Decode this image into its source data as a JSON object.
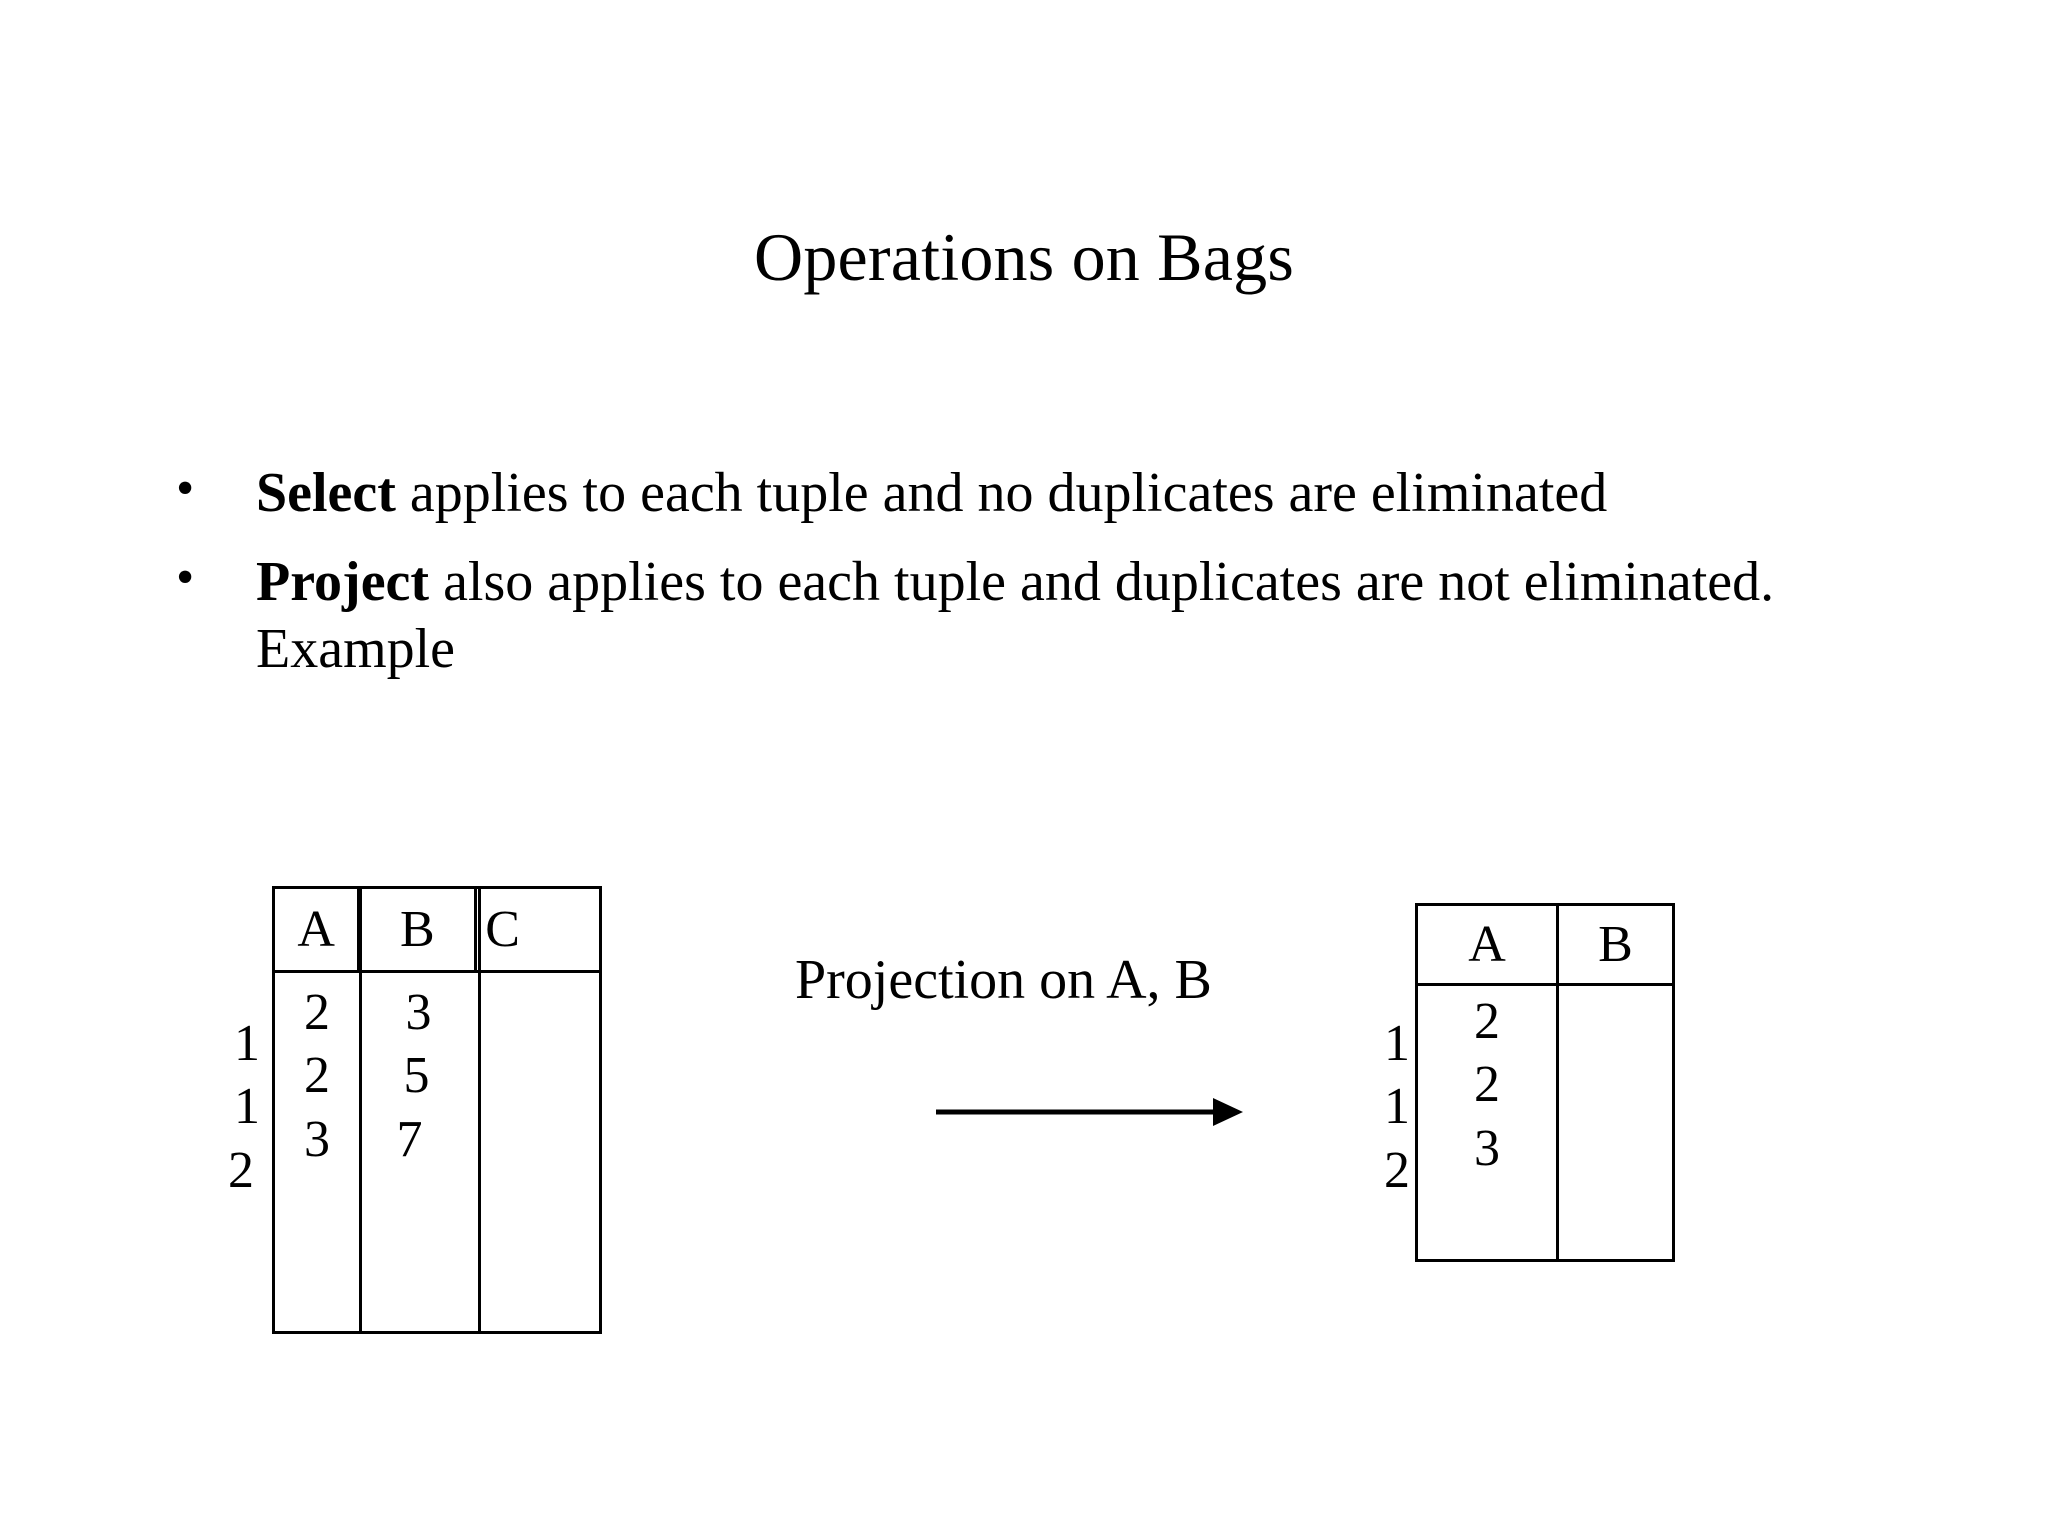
{
  "slide": {
    "title": "Operations on Bags",
    "bullets": [
      {
        "marker": "•",
        "lead": "Select",
        "rest": " applies to each tuple and no duplicates are eliminated"
      },
      {
        "marker": "•",
        "lead": "Project",
        "rest": " also applies to each tuple and duplicates are not eliminated. Example"
      }
    ],
    "diagram": {
      "caption": "Projection on A, B",
      "arrow_icon": "right-arrow-icon",
      "source_table": {
        "name": "source-relation",
        "columns": [
          "A",
          "B",
          "C"
        ],
        "row_labels": [
          "1",
          "1",
          "2"
        ],
        "rows": [
          [
            "2",
            "3",
            ""
          ],
          [
            "2",
            "5",
            ""
          ],
          [
            "3",
            "7",
            ""
          ]
        ],
        "column_values": {
          "A": [
            "2",
            "2",
            "3"
          ],
          "B": [
            "3",
            "5",
            "7"
          ],
          "C": [
            "",
            "",
            ""
          ]
        }
      },
      "result_table": {
        "name": "result-relation",
        "columns": [
          "A",
          "B"
        ],
        "row_labels": [
          "1",
          "1",
          "2"
        ],
        "rows": [
          [
            "2",
            ""
          ],
          [
            "2",
            ""
          ],
          [
            "3",
            ""
          ]
        ],
        "column_values": {
          "A": [
            "2",
            "2",
            "3"
          ],
          "B": [
            "",
            "",
            ""
          ]
        }
      }
    }
  },
  "colors": {
    "background": "#ffffff",
    "text": "#000000",
    "rule": "#000000"
  }
}
